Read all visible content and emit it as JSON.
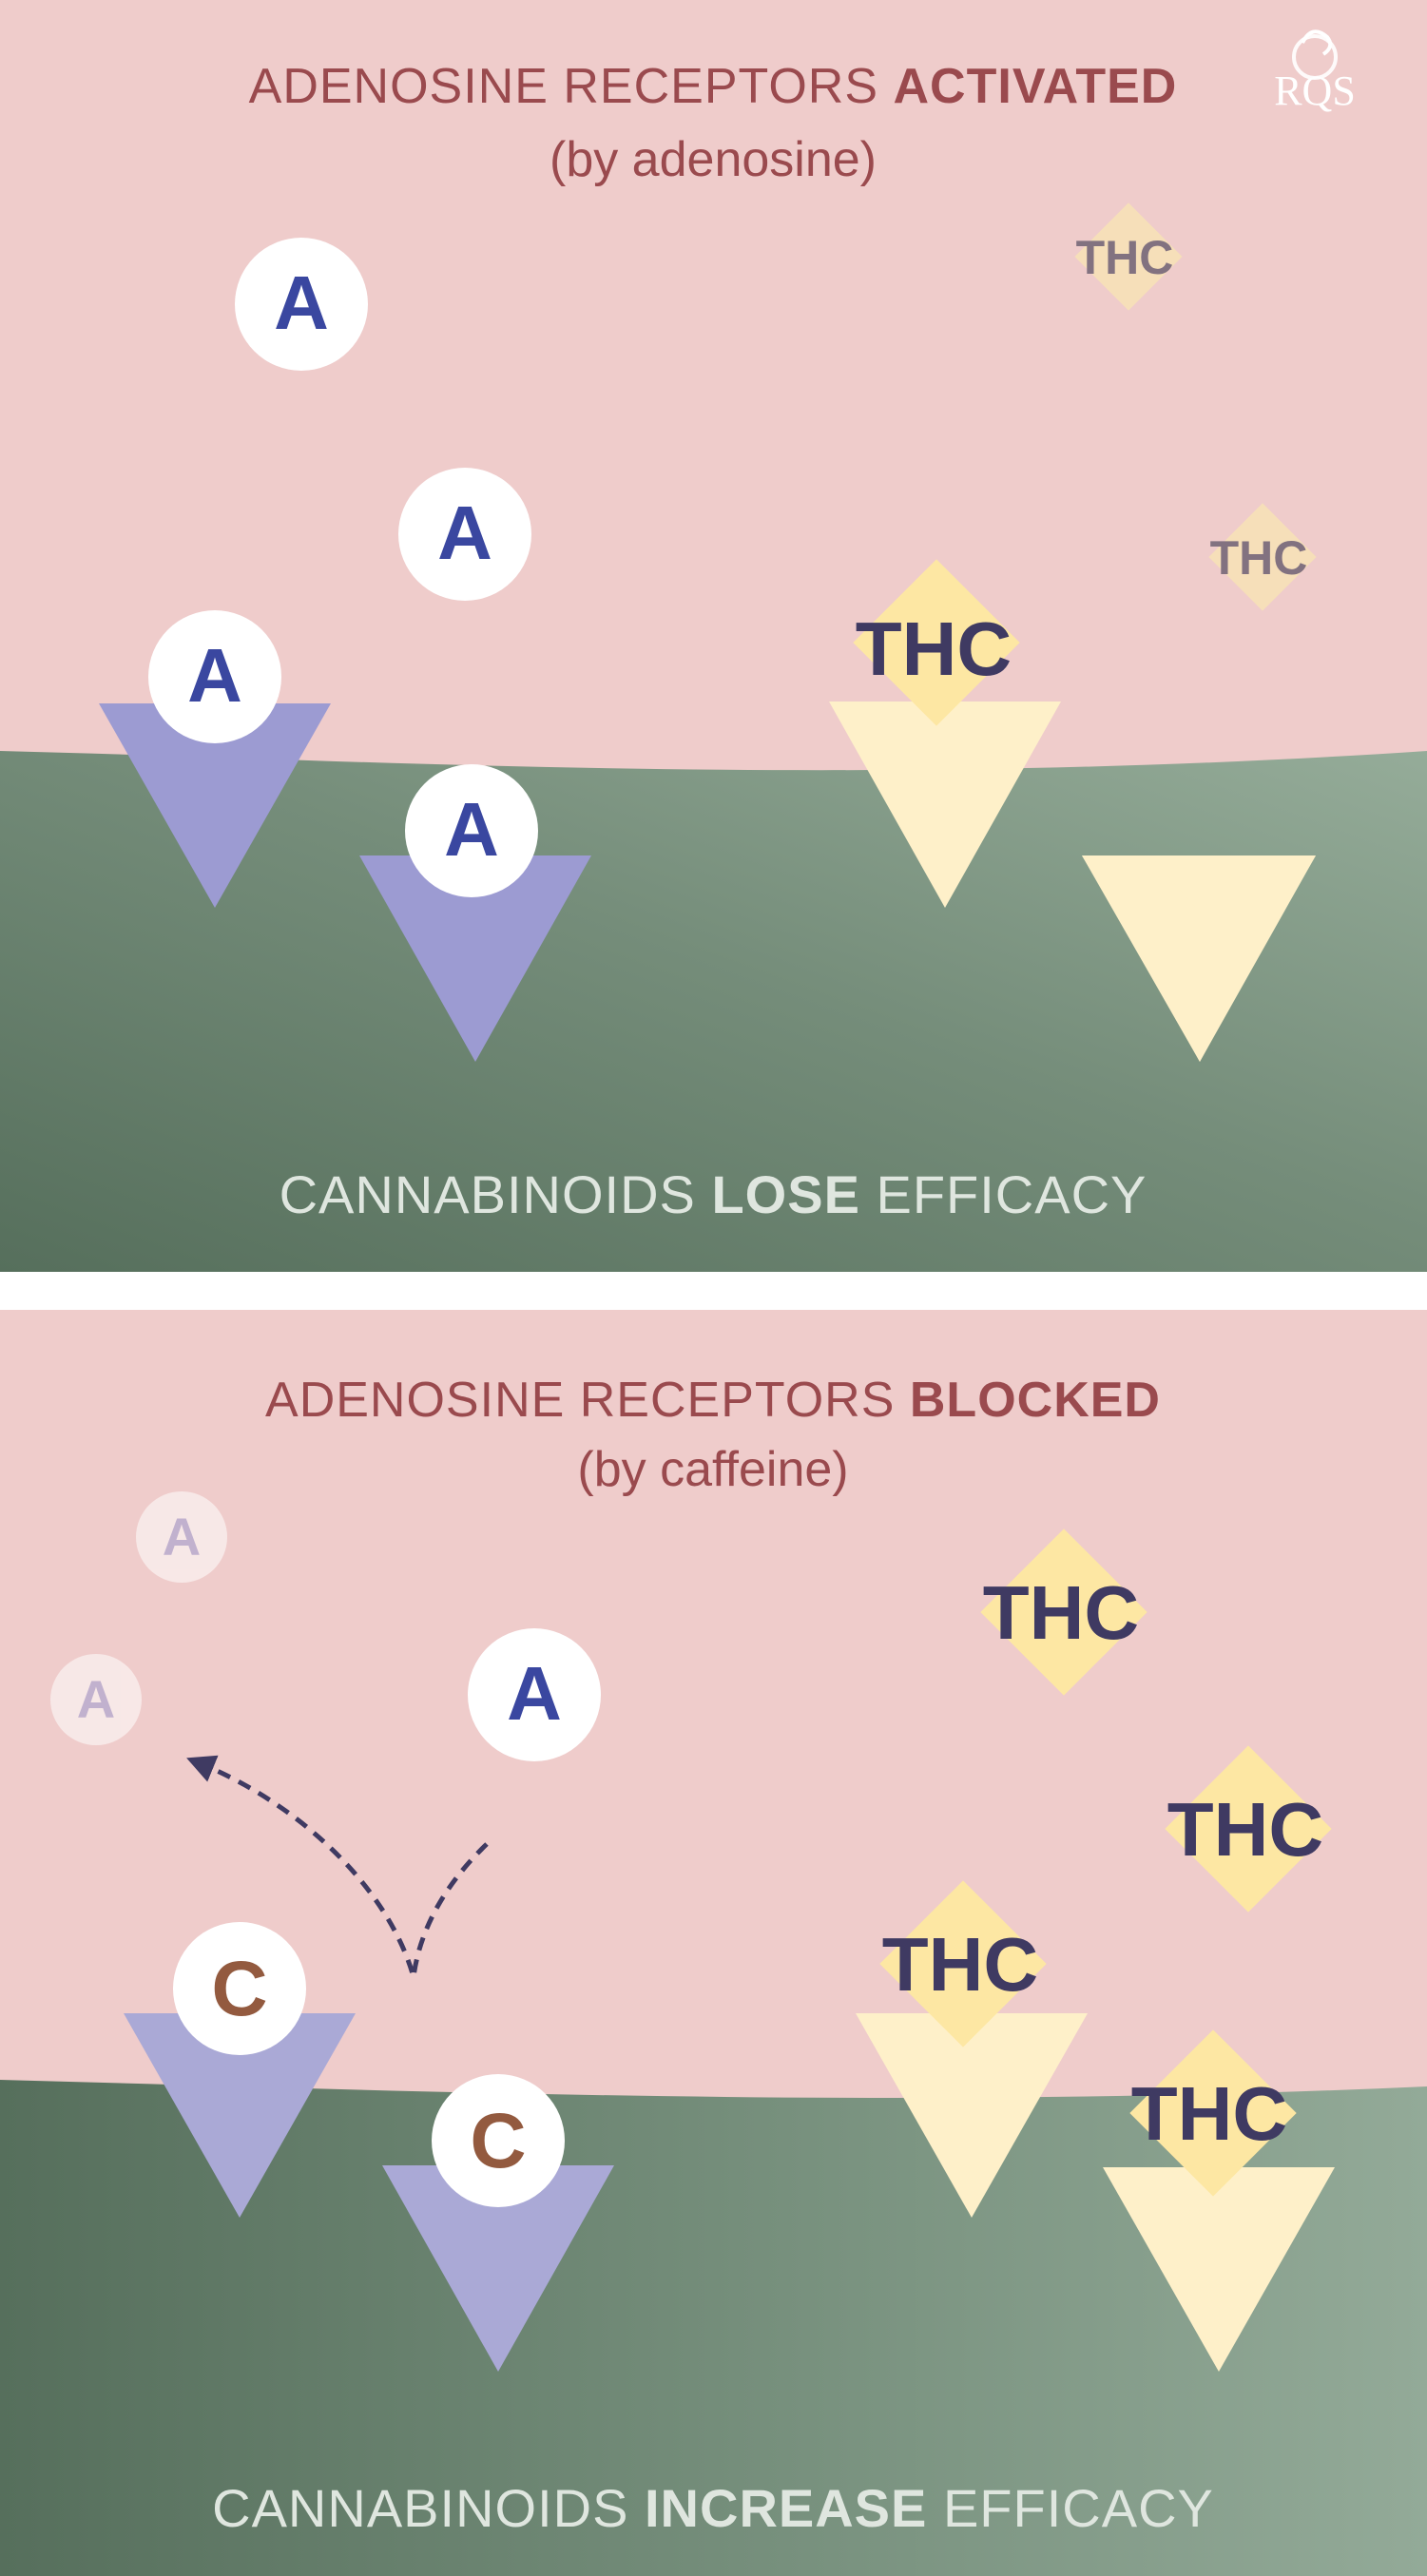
{
  "logo": {
    "text": "RQS"
  },
  "top_panel": {
    "title_prefix": "ADENOSINE RECEPTORS ",
    "title_emphasis": "ACTIVATED",
    "subtitle": "(by adenosine)",
    "footer_prefix": "CANNABINOIDS ",
    "footer_emphasis": "LOSE",
    "footer_suffix": " EFFICACY"
  },
  "bottom_panel": {
    "title_prefix": "ADENOSINE RECEPTORS ",
    "title_emphasis": "BLOCKED",
    "subtitle": "(by caffeine)",
    "footer_prefix": "CANNABINOIDS ",
    "footer_emphasis": "INCREASE",
    "footer_suffix": " EFFICACY"
  },
  "molecules": {
    "adenosine": "A",
    "caffeine": "C",
    "thc": "THC"
  },
  "colors": {
    "background_pink": "#efcccb",
    "cell_green_dark": "#5d7864",
    "cell_green_light": "#91a897",
    "adenosine_receptor": "#9c9bd2",
    "cannabinoid_receptor": "#fef0c9",
    "thc_diamond": "#fde7a3",
    "adenosine_letter": "#3a47a0",
    "caffeine_letter": "#935a3f",
    "thc_text": "#3f3a62",
    "title_text": "#9a4a4e"
  }
}
